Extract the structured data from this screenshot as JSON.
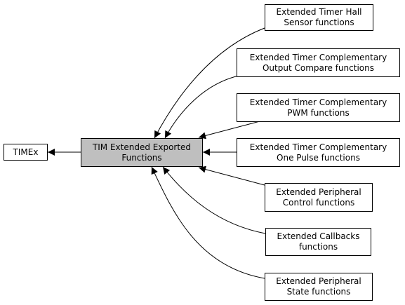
{
  "diagram": {
    "root": "TIMEx",
    "center": "TIM Extended Exported\nFunctions",
    "children": [
      "Extended Timer Hall\nSensor functions",
      "Extended Timer Complementary\nOutput Compare functions",
      "Extended Timer Complementary\nPWM functions",
      "Extended Timer Complementary\nOne Pulse functions",
      "Extended Peripheral\nControl functions",
      "Extended Callbacks\nfunctions",
      "Extended Peripheral\nState functions"
    ]
  }
}
